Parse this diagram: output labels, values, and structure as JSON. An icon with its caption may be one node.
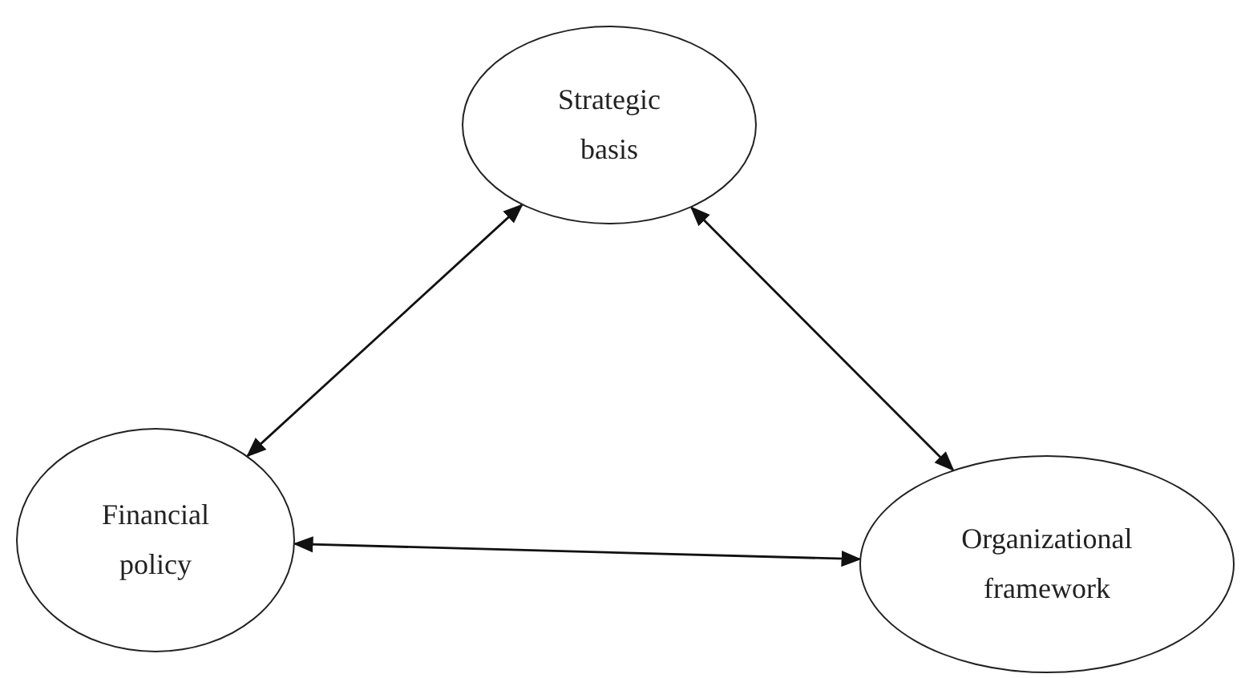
{
  "diagram": {
    "nodes": [
      {
        "text": [
          "Strategic basis"
        ]
      },
      {
        "text": [
          "Financial policy"
        ]
      },
      {
        "text": [
          "Organizational framework"
        ]
      }
    ],
    "edges": [
      {
        "from": 1,
        "to": 0,
        "arrow": "both"
      },
      {
        "from": 0,
        "to": 2,
        "arrow": "both"
      },
      {
        "from": 1,
        "to": 2,
        "arrow": "both"
      }
    ]
  }
}
